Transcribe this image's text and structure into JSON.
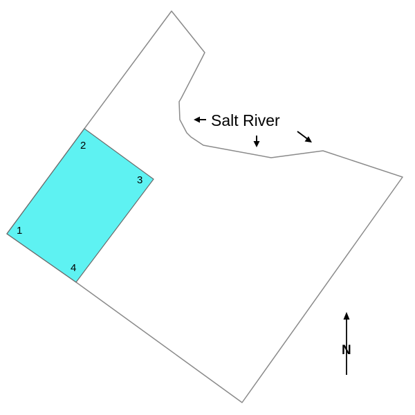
{
  "map": {
    "river_label": "Salt River",
    "north_label": "N",
    "parcel_corners": [
      "1",
      "2",
      "3",
      "4"
    ],
    "colors": {
      "boundary": "#8a8a8a",
      "parcel_fill": "#5ef2f2",
      "parcel_stroke": "#6a6a6a",
      "ink": "#000000"
    }
  }
}
